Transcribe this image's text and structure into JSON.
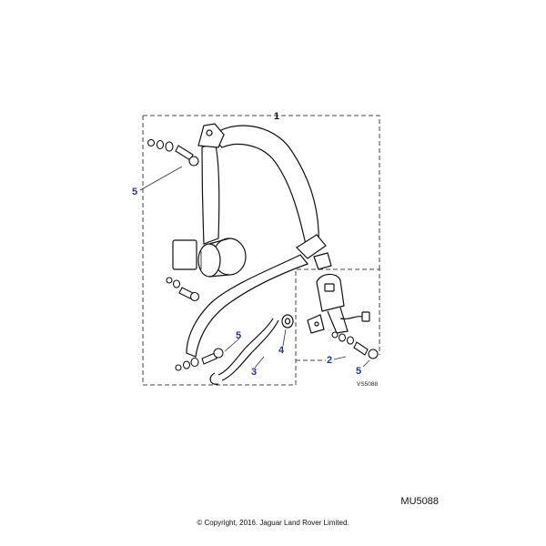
{
  "diagram": {
    "image_code": "VS5088",
    "callouts": [
      {
        "id": "c1",
        "text": "1"
      },
      {
        "id": "c2",
        "text": "2"
      },
      {
        "id": "c3",
        "text": "3"
      },
      {
        "id": "c4",
        "text": "4"
      },
      {
        "id": "c5a",
        "text": "5"
      },
      {
        "id": "c5b",
        "text": "5"
      },
      {
        "id": "c5c",
        "text": "5"
      }
    ],
    "colors": {
      "callout_text": "#2233aa",
      "line": "#111111",
      "leader": "#333333"
    }
  },
  "footer": {
    "code": "MU5088",
    "copyright": "© Copyright, 2016. Jaguar Land Rover Limited."
  }
}
